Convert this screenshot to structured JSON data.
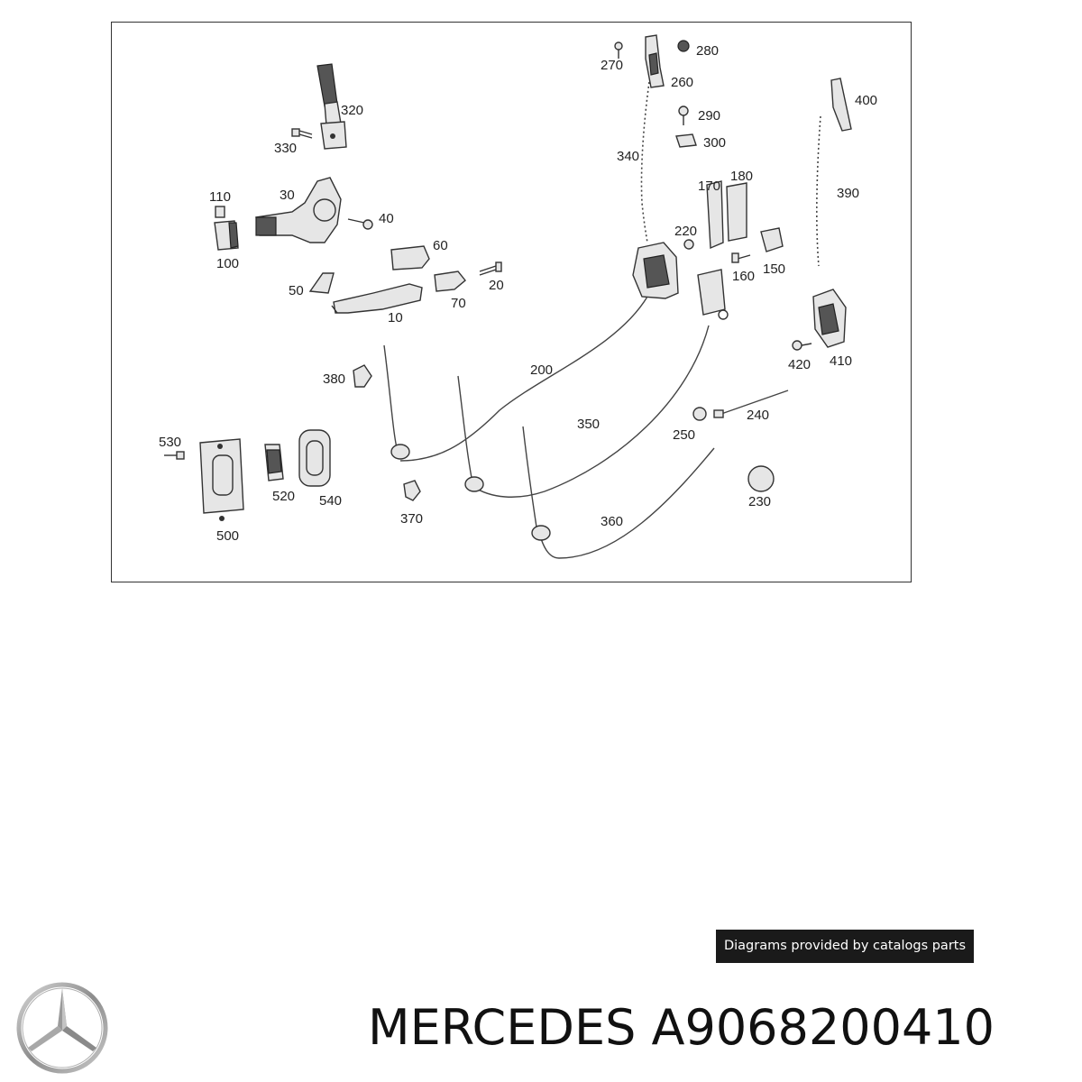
{
  "diagram": {
    "callouts": [
      "10",
      "20",
      "30",
      "40",
      "50",
      "60",
      "70",
      "100",
      "110",
      "150",
      "160",
      "170",
      "180",
      "200",
      "220",
      "230",
      "240",
      "250",
      "260",
      "270",
      "280",
      "290",
      "300",
      "320",
      "330",
      "340",
      "350",
      "360",
      "370",
      "380",
      "390",
      "400",
      "410",
      "420",
      "500",
      "520",
      "530",
      "540"
    ]
  },
  "credit": {
    "text": "Diagrams provided by catalogs parts"
  },
  "brand": {
    "name": "MERCEDES",
    "part_number": "A9068200410",
    "logo_icon": "mercedes-star-icon"
  }
}
